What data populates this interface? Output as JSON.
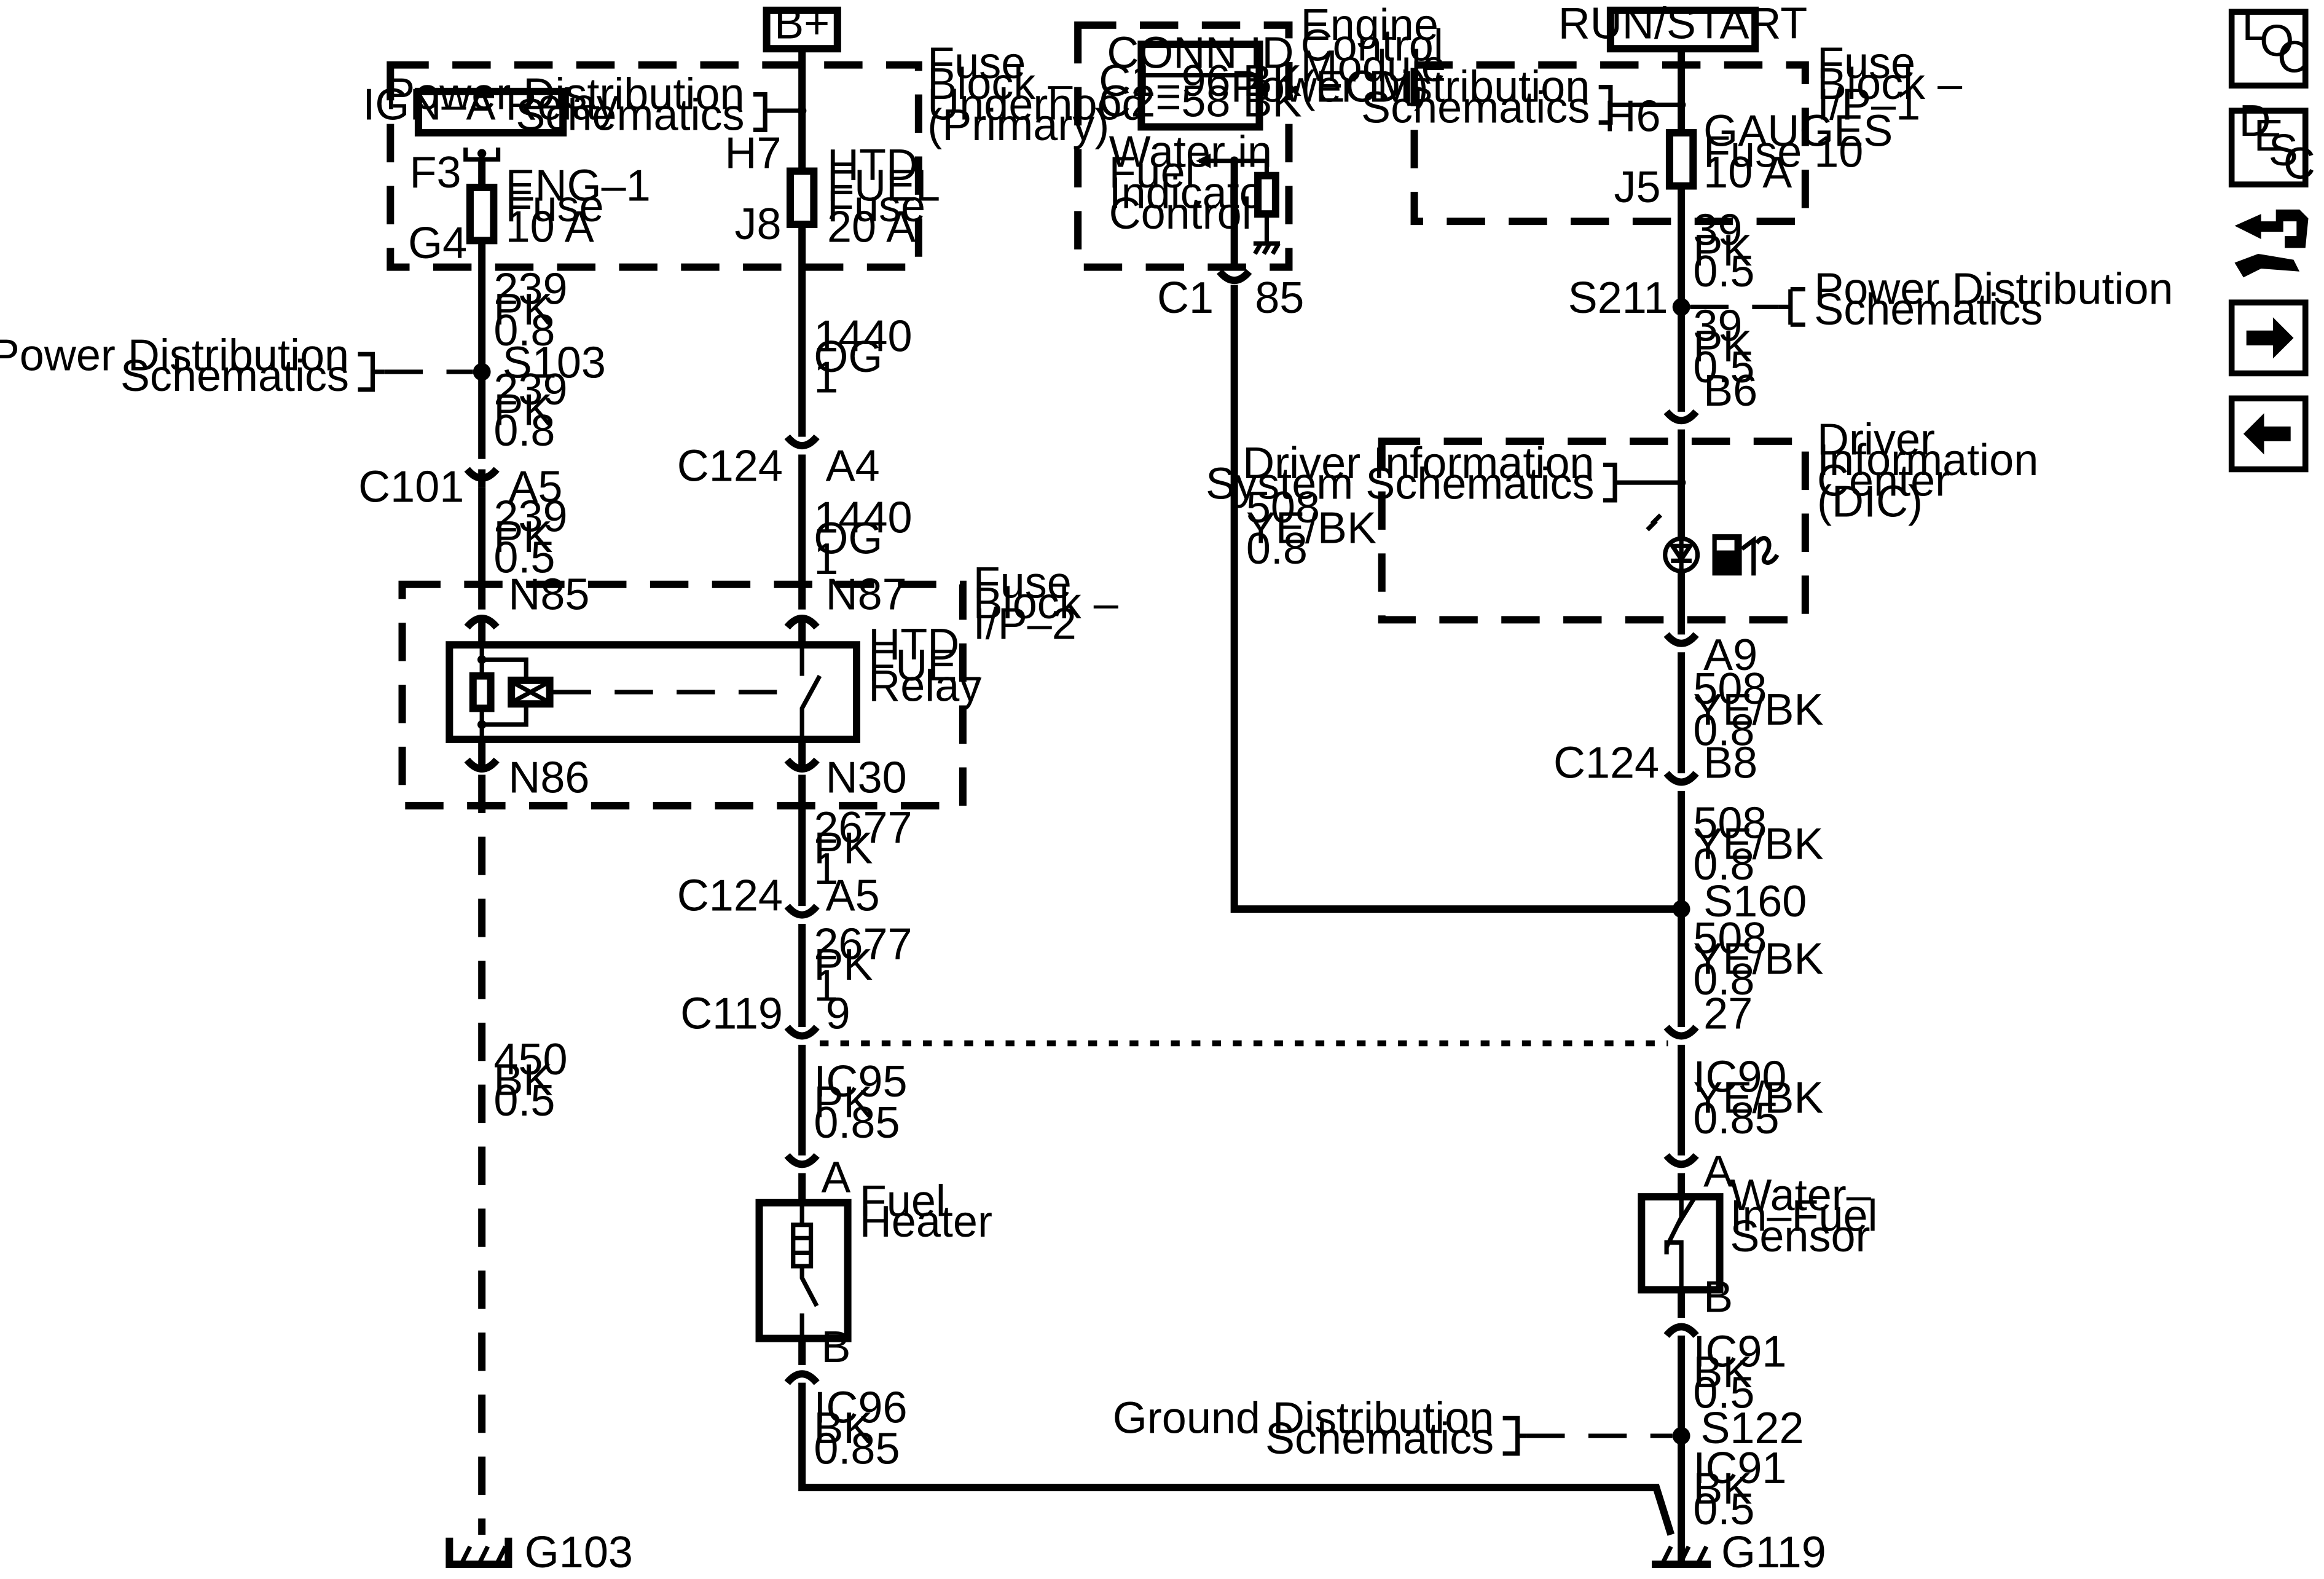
{
  "sources": {
    "bplus": "B+",
    "runstart": "RUN/START"
  },
  "fuse_block_underhood": {
    "title_lines": [
      "Fuse",
      "Block –",
      "Underhood",
      "(Primary)"
    ],
    "relay_label": "IGN–A Relay",
    "power_dist_ref": [
      "Power Distribution",
      "Schematics"
    ],
    "eng1_fuse": {
      "top_pin": "F3",
      "bottom_pin": "G4",
      "label_lines": [
        "ENG–1",
        "Fuse",
        "10 A"
      ]
    },
    "htd_fuse": {
      "top_pin": "H7",
      "bottom_pin": "J8",
      "label_lines": [
        "HTD",
        "FUEL",
        "Fuse",
        "20 A"
      ]
    }
  },
  "ecm": {
    "title_lines": [
      "Engine",
      "Control",
      "Module",
      "(ECM)"
    ],
    "conn_id": {
      "header": "CONN ID",
      "lines": [
        "C1=96 BK",
        "C2=58 BK"
      ]
    },
    "control_lines": [
      "Water in",
      "Fuel",
      "Indicator",
      "Control"
    ],
    "connector": "C1",
    "pin": "85"
  },
  "fuse_block_ip1": {
    "title_lines": [
      "Fuse",
      "Block –",
      "I/P–1"
    ],
    "power_dist_ref": [
      "Power Distribution",
      "Schematics"
    ],
    "gauges_fuse": {
      "top_pin": "H6",
      "bottom_pin": "J5",
      "label_lines": [
        "GAUGES",
        "Fuse 10",
        "10 A"
      ]
    }
  },
  "dic": {
    "title_lines": [
      "Driver",
      "Information",
      "Center",
      "(DIC)"
    ],
    "ref_lines": [
      "Driver Information",
      "System Schematics"
    ],
    "top_pin": "B6",
    "bottom_pin": "A9"
  },
  "fuse_block_ip2": {
    "title_lines": [
      "Fuse",
      "Block –",
      "I/P–2"
    ],
    "relay_lines": [
      "HTD",
      "FUEL",
      "Relay"
    ],
    "pins": {
      "n85": "N85",
      "n87": "N87",
      "n86": "N86",
      "n30": "N30"
    }
  },
  "splices": {
    "s103": "S103",
    "s211": "S211",
    "s160": "S160",
    "s122": "S122"
  },
  "refs": {
    "power_dist_left": [
      "Power Distribution",
      "Schematics"
    ],
    "power_dist_right": [
      "Power Distribution",
      "Schematics"
    ],
    "ground_dist": [
      "Ground Distribution",
      "Schematics"
    ]
  },
  "wires": {
    "w239_a": [
      "239",
      "PK",
      "0.8"
    ],
    "w239_b": [
      "239",
      "PK",
      "0.8"
    ],
    "w239_c": [
      "239",
      "PK",
      "0.5"
    ],
    "w1440_a": [
      "1440",
      "OG",
      "1"
    ],
    "w1440_b": [
      "1440",
      "OG",
      "1"
    ],
    "w450": [
      "450",
      "BK",
      "0.5"
    ],
    "w2677_a": [
      "2677",
      "PK",
      "1"
    ],
    "w2677_b": [
      "2677",
      "PK",
      "1"
    ],
    "wic95": [
      "IC95",
      "PK",
      "0.85"
    ],
    "wic96": [
      "IC96",
      "BK",
      "0.85"
    ],
    "w508_ecm": [
      "508",
      "YE/BK",
      "0.8"
    ],
    "w39_a": [
      "39",
      "PK",
      "0.5"
    ],
    "w39_b": [
      "39",
      "PK",
      "0.5"
    ],
    "w508_a": [
      "508",
      "YE/BK",
      "0.8"
    ],
    "w508_b": [
      "508",
      "YE/BK",
      "0.8"
    ],
    "w508_c": [
      "508",
      "YE/BK",
      "0.8"
    ],
    "wic90": [
      "IC90",
      "YE/BK",
      "0.85"
    ],
    "wic91_a": [
      "IC91",
      "BK",
      "0.5"
    ],
    "wic91_b": [
      "IC91",
      "BK",
      "0.5"
    ]
  },
  "connectors": {
    "c101": {
      "name": "C101",
      "pin": "A5"
    },
    "c124_left": {
      "name": "C124",
      "pin": "A4"
    },
    "c124_mid": {
      "name": "C124",
      "pin": "A5"
    },
    "c124_right": {
      "name": "C124",
      "pin": "B8"
    },
    "c119": {
      "name": "C119",
      "pin_left": "9",
      "pin_right": "27"
    }
  },
  "components": {
    "fuel_heater": {
      "lines": [
        "Fuel",
        "Heater"
      ],
      "pin_a": "A",
      "pin_b": "B"
    },
    "wif_sensor": {
      "lines": [
        "Water–",
        "In–Fuel",
        "Sensor"
      ],
      "pin_a": "A",
      "pin_b": "B"
    }
  },
  "grounds": {
    "g103": "G103",
    "g119": "G119"
  },
  "nav": {
    "loc": [
      "L",
      "O",
      "C"
    ],
    "desc": [
      "D",
      "E",
      "S",
      "C"
    ]
  }
}
